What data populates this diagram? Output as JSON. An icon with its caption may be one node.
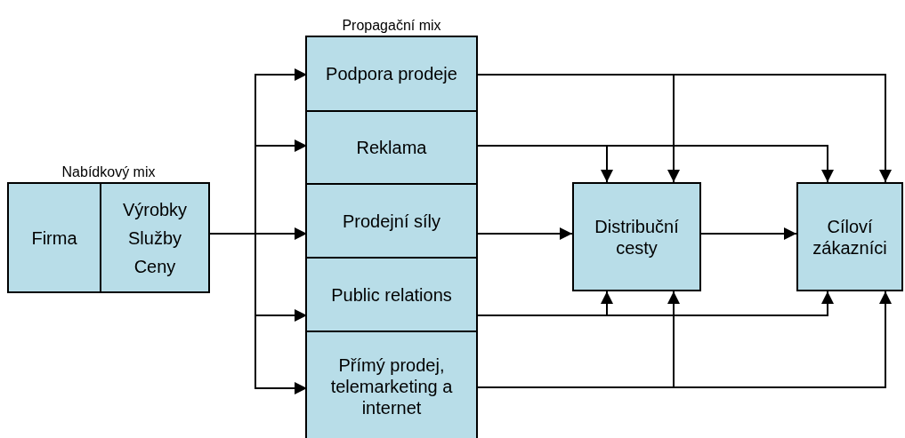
{
  "diagram": {
    "nodes": [
      {
        "text": [
          "Nabídkový mix"
        ]
      },
      {
        "text": [
          "Firma"
        ],
        "in": 0
      },
      {
        "text": [
          "Výrobky",
          "Služby",
          "Ceny"
        ],
        "in": 0
      },
      {
        "text": [
          "Propagační mix"
        ]
      },
      {
        "text": [
          "Podpora prodeje"
        ],
        "in": 3
      },
      {
        "text": [
          "Reklama"
        ],
        "in": 3
      },
      {
        "text": [
          "Prodejní síly"
        ],
        "in": 3
      },
      {
        "text": [
          "Public relations"
        ],
        "in": 3
      },
      {
        "text": [
          "Přímý prodej, telemarketing a internet"
        ],
        "in": 3
      },
      {
        "text": [
          "Distribuční cesty"
        ]
      },
      {
        "text": [
          "Cíloví zákazníci"
        ]
      }
    ],
    "edges": [
      {
        "from": 2,
        "to": 4,
        "arrow": "to"
      },
      {
        "from": 2,
        "to": 5,
        "arrow": "to"
      },
      {
        "from": 2,
        "to": 6,
        "arrow": "to"
      },
      {
        "from": 2,
        "to": 7,
        "arrow": "to"
      },
      {
        "from": 2,
        "to": 8,
        "arrow": "to"
      },
      {
        "from": 4,
        "to": 9,
        "arrow": "to"
      },
      {
        "from": 4,
        "to": 10,
        "arrow": "to"
      },
      {
        "from": 5,
        "to": 9,
        "arrow": "to"
      },
      {
        "from": 5,
        "to": 10,
        "arrow": "to"
      },
      {
        "from": 6,
        "to": 9,
        "arrow": "to"
      },
      {
        "from": 9,
        "to": 10,
        "arrow": "to"
      },
      {
        "from": 7,
        "to": 9,
        "arrow": "to"
      },
      {
        "from": 7,
        "to": 10,
        "arrow": "to"
      },
      {
        "from": 8,
        "to": 9,
        "arrow": "to"
      },
      {
        "from": 8,
        "to": 10,
        "arrow": "to"
      }
    ]
  }
}
